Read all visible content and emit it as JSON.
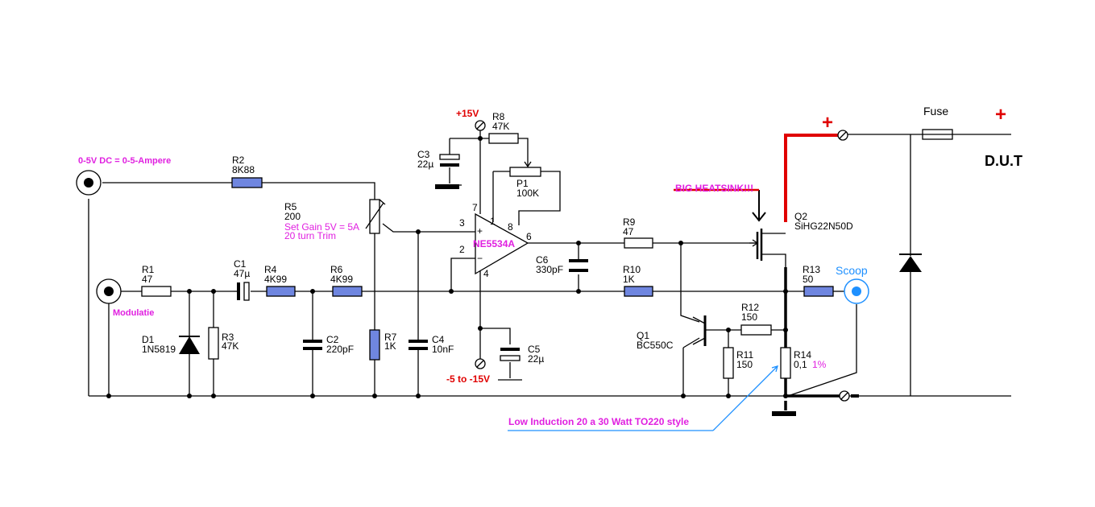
{
  "title_dut": "D.U.T",
  "input_label": "0-5V DC = 0-5-Ampere",
  "modulation_label": "Modulatie",
  "heatsink_label": "BIG HEATSINK!!!",
  "scope_label": "Scoop",
  "fuse_label": "Fuse",
  "plus_sign": "+",
  "minus_sign": "-",
  "supply_pos": "+15V",
  "supply_neg": "-5 to -15V",
  "shunt_note": "Low Induction 20 a 30 Watt TO220 style",
  "components": {
    "R1": {
      "ref": "R1",
      "value": "47"
    },
    "R2": {
      "ref": "R2",
      "value": "8K88"
    },
    "R3": {
      "ref": "R3",
      "value": "47K"
    },
    "R4": {
      "ref": "R4",
      "value": "4K99"
    },
    "R5": {
      "ref": "R5",
      "value": "200",
      "note1": "Set Gain 5V = 5A",
      "note2": "20 turn Trim"
    },
    "R6": {
      "ref": "R6",
      "value": "4K99"
    },
    "R7": {
      "ref": "R7",
      "value": "1K"
    },
    "R8": {
      "ref": "R8",
      "value": "47K"
    },
    "R9": {
      "ref": "R9",
      "value": "47"
    },
    "R10": {
      "ref": "R10",
      "value": "1K"
    },
    "R11": {
      "ref": "R11",
      "value": "150"
    },
    "R12": {
      "ref": "R12",
      "value": "150"
    },
    "R13": {
      "ref": "R13",
      "value": "50"
    },
    "R14": {
      "ref": "R14",
      "value": "0,1",
      "tolerance": "1%"
    },
    "P1": {
      "ref": "P1",
      "value": "100K"
    },
    "C1": {
      "ref": "C1",
      "value": "47µ"
    },
    "C2": {
      "ref": "C2",
      "value": "220pF"
    },
    "C3": {
      "ref": "C3",
      "value": "22µ"
    },
    "C4": {
      "ref": "C4",
      "value": "10nF"
    },
    "C5": {
      "ref": "C5",
      "value": "22µ"
    },
    "C6": {
      "ref": "C6",
      "value": "330pF"
    },
    "D1": {
      "ref": "D1",
      "value": "1N5819"
    },
    "Q1": {
      "ref": "Q1",
      "value": "BC550C"
    },
    "Q2": {
      "ref": "Q2",
      "value": "SiHG22N50D"
    },
    "U1": {
      "value": "NE5534A",
      "pins": {
        "p1": "1",
        "p2": "2",
        "p3": "3",
        "p4": "4",
        "p6": "6",
        "p7": "7",
        "p8": "8"
      },
      "plus": "+",
      "minus": "−"
    }
  },
  "colors": {
    "resistor_fill": "#6f86e0",
    "label_magenta": "#e020e0",
    "label_red": "#e00000",
    "scope_blue": "#1e90ff"
  }
}
